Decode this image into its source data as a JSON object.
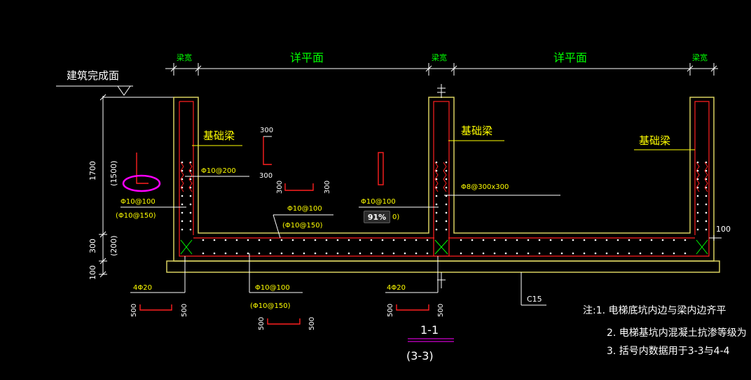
{
  "colors": {
    "background": "#000000",
    "yellow": "#ffff00",
    "green": "#00ff00",
    "white": "#ffffff",
    "red": "#ff2020",
    "magenta": "#ff00ff",
    "wall_outline": "#d8d060"
  },
  "drawing": {
    "finish_floor_label": "建筑完成面",
    "beam_width_left": "梁宽",
    "beam_width_mid": "梁宽",
    "beam_width_right": "梁宽",
    "see_plan_left": "详平面",
    "see_plan_right": "详平面",
    "foundation_beam_left": "基础梁",
    "foundation_beam_mid": "基础梁",
    "foundation_beam_right": "基础梁",
    "dim_1700": "1700",
    "dim_1500_paren": "(1500)",
    "dim_300": "300",
    "dim_200_paren": "(200)",
    "dim_100": "100",
    "dim_100_right": "100",
    "hook_300_top": "300",
    "hook_300_bottom": "300",
    "hook_300_left": "300",
    "hook_300_right": "300",
    "rebar_wall": "Φ10@200",
    "rebar_left_main": "Φ10@100",
    "rebar_left_paren": "(Φ10@150)",
    "rebar_slab_top": "Φ10@100",
    "rebar_slab_top_paren": "(Φ10@150)",
    "rebar_mid": "Φ10@100",
    "rebar_mid_paren_tail": "0)",
    "rebar_mid_right": "Φ8@300x300",
    "rebar_4phi20_left": "4Φ20",
    "rebar_4phi20_mid": "4Φ20",
    "rebar_bottom": "Φ10@100",
    "rebar_bottom_paren": "(Φ10@150)",
    "hook_500_a": "500",
    "hook_500_b": "500",
    "hook_500_c": "500",
    "hook_500_d": "500",
    "hook_500_e": "500",
    "hook_500_f": "500",
    "c15_label": "C15",
    "section_title": "1-1",
    "section_subtitle": "(3-3)",
    "zoom_badge": "91%"
  },
  "notes": {
    "line1": "注:1. 电梯底坑内边与梁内边齐平",
    "line2": "2. 电梯基坑内混凝土抗渗等级为",
    "line3": "3. 括号内数据用于3-3与4-4"
  }
}
